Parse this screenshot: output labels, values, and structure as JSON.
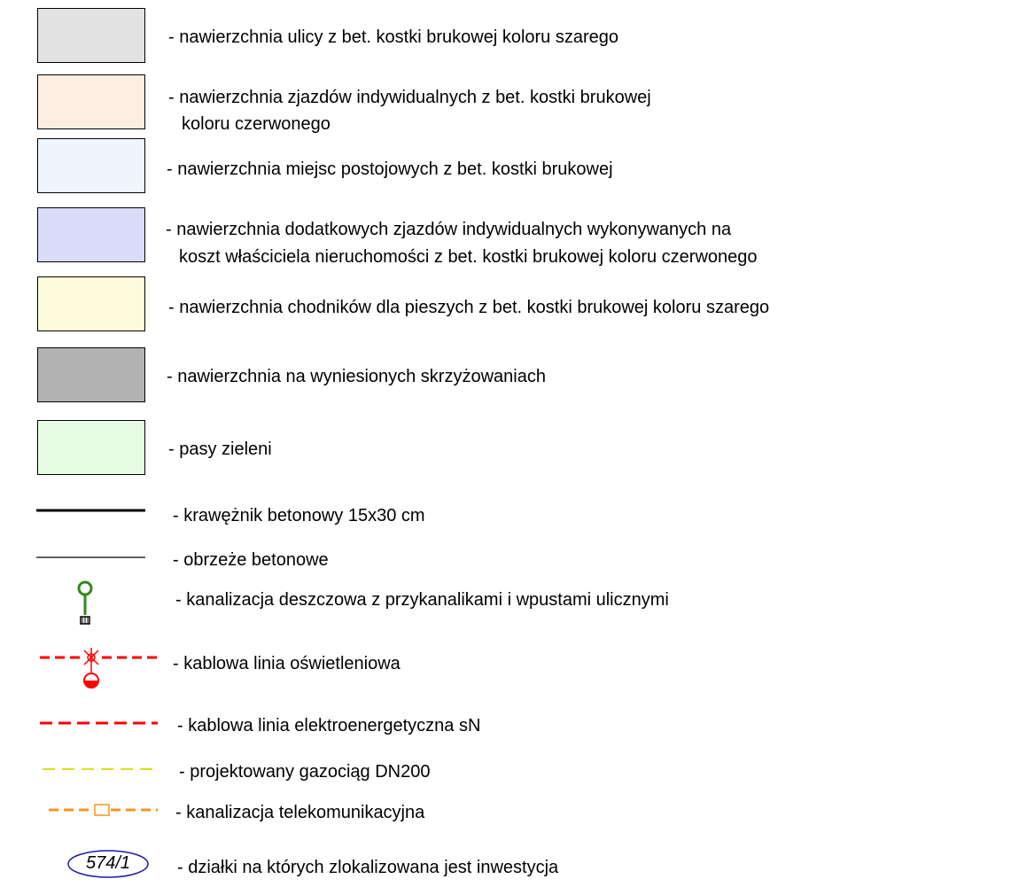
{
  "legend": {
    "fill_items": [
      {
        "label": "- nawierzchnia ulicy z bet. kostki brukowej koloru szarego",
        "color": "#e2e2e2"
      },
      {
        "label": "- nawierzchnia zjazdów indywidualnych z bet. kostki brukowej",
        "label2": "koloru czerwonego",
        "color": "#fdeee2"
      },
      {
        "label": "- nawierzchnia miejsc postojowych z bet. kostki brukowej",
        "color": "#eef5fd"
      },
      {
        "label": "- nawierzchnia dodatkowych  zjazdów indywidualnych wykonywanych na",
        "label2": "koszt właściciela nieruchomości z bet. kostki brukowej koloru czerwonego",
        "color": "#dbdbfa"
      },
      {
        "label": "- nawierzchnia chodników dla pieszych z bet. kostki brukowej koloru szarego",
        "color": "#fdfbdc"
      },
      {
        "label": "- nawierzchnia na wyniesionych skrzyżowaniach",
        "color": "#b3b3b3"
      },
      {
        "label": "- pasy zieleni",
        "color": "#e6fde3"
      }
    ],
    "line_items": [
      {
        "label": "- krawężnik betonowy 15x30 cm",
        "icon": "thick-black-line-icon",
        "color": "#000000"
      },
      {
        "label": "- obrzeże betonowe",
        "icon": "thin-black-line-icon",
        "color": "#000000"
      },
      {
        "label": "- kanalizacja deszczowa z przykanalikami i wpustami ulicznymi",
        "icon": "storm-drain-icon",
        "color": "#2e8b1a"
      },
      {
        "label": "- kablowa linia oświetleniowa",
        "icon": "street-light-cable-icon",
        "color": "#ff0000"
      },
      {
        "label": "- kablowa linia elektroenergetyczna sN",
        "icon": "red-dashed-line-icon",
        "color": "#ff0000"
      },
      {
        "label": "- projektowany gazociąg DN200",
        "icon": "yellow-dashed-line-icon",
        "color": "#d8e21c"
      },
      {
        "label": "- kanalizacja telekomunikacyjna",
        "icon": "telecom-line-icon",
        "color": "#f7931e"
      },
      {
        "label": "- działki na których zlokalizowana jest inwestycja",
        "icon": "parcel-ellipse-icon",
        "parcel_number": "574/1",
        "color": "#1a1aa6"
      }
    ]
  }
}
